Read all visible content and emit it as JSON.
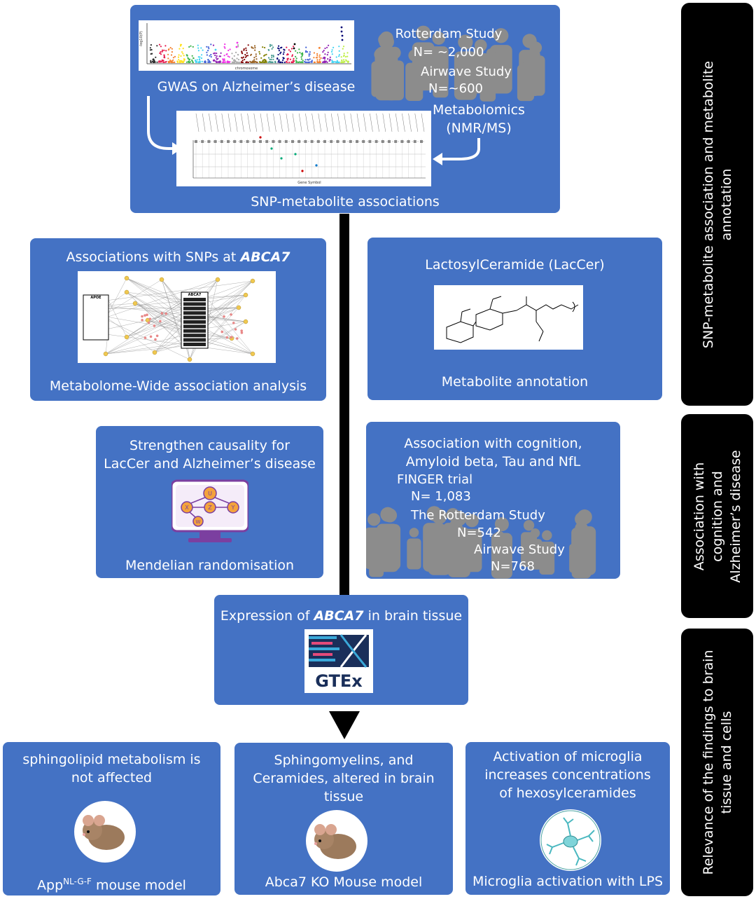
{
  "side_labels": [
    {
      "line1": "SNP-metabolite association and metabolite",
      "line2": "annotation"
    },
    {
      "line1": "Association with",
      "line2": "cognition and",
      "line3": "Alzheimer’s disease"
    },
    {
      "line1": "Relevance of the findings to brain",
      "line2": "tissue and  cells"
    }
  ],
  "top_box": {
    "gwas_label": "GWAS on Alzheimer’s disease",
    "cohort1": "Rotterdam Study",
    "cohort1_n": "N= ~2,000",
    "cohort2": "Airwave Study",
    "cohort2_n": "N=~600",
    "metabolomics_1": "Metabolomics",
    "metabolomics_2": "(NMR/MS)",
    "assoc_label": "SNP-metabolite associations",
    "manhattan_xlabel": "chromosome",
    "gene_symbol_label": "Gene Symbol"
  },
  "abca7_box": {
    "title_prefix": "Associations with SNPs at",
    "title_gene": "ABCA7",
    "footer": "Metabolome-Wide association analysis",
    "net_apoe": "APOE",
    "net_abca7": "ABCA7"
  },
  "lac_box": {
    "title": "LactosylCeramide (LacCer)",
    "footer": "Metabolite annotation"
  },
  "mr_box": {
    "line1": "Strengthen causality for",
    "line2": "LacCer and Alzheimer’s disease",
    "footer": "Mendelian randomisation",
    "node_u": "U",
    "node_x": "X",
    "node_z": "Z",
    "node_y": "Y",
    "node_w": "W"
  },
  "cog_box": {
    "line1": "Association with cognition,",
    "line2": "Amyloid beta, Tau and NfL",
    "s1": "FINGER trial",
    "s1_n": "N= 1,083",
    "s2": "The Rotterdam Study",
    "s2_n": "N=542",
    "s3": "Airwave Study",
    "s3_n": "N=768"
  },
  "gtex_box": {
    "title_prefix": "Expression of",
    "title_gene": "ABCA7",
    "title_suffix": "in brain tissue",
    "logo_text": "GTEx"
  },
  "bottom": [
    {
      "line1": "sphingolipid metabolism  is",
      "line2": "not affected",
      "footer_prefix": "App",
      "footer_sup": "NL-G-F",
      "footer_suffix": " mouse model"
    },
    {
      "line1": "Sphingomyelins, and",
      "line2": "Ceramides, altered in brain",
      "line3": "tissue",
      "footer": "Abca7 KO Mouse model"
    },
    {
      "line1": "Activation of microglia",
      "line2": "increases concentrations",
      "line3": "of hexosylceramides",
      "footer": "Microglia activation with LPS"
    }
  ],
  "colors": {
    "box_blue": "#4472c4",
    "side_black": "#000000",
    "crowd_gray": "#8c8c8c"
  }
}
